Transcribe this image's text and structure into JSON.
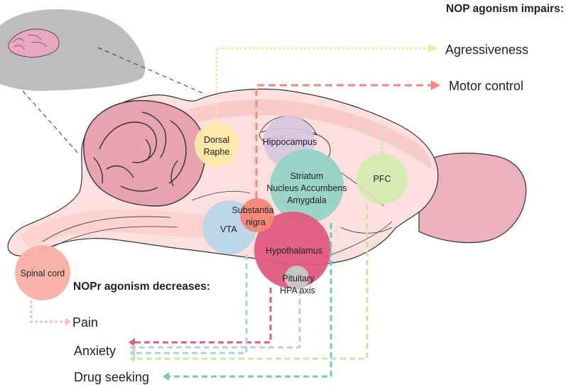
{
  "headings": {
    "impairs": "NOP agonism impairs:",
    "decreases": "NOPr agonism decreases:"
  },
  "regions": {
    "dorsal_raphe": [
      "Dorsal",
      "Raphe"
    ],
    "hippocampus": "Hippocampus",
    "striatum": [
      "Striatum",
      "Nucleus Accumbens",
      "Amygdala"
    ],
    "pfc": "PFC",
    "substantia_nigra": [
      "Substantia",
      "nigra"
    ],
    "vta": "VTA",
    "hypothalamus": "Hypothalamus",
    "pituitary": [
      "Pituitary",
      "HPA axis"
    ],
    "spinal_cord": "Spinal cord"
  },
  "outcomes": {
    "aggressiveness": "Agressiveness",
    "motor_control": "Motor control",
    "pain": "Pain",
    "anxiety": "Anxiety",
    "drug_seeking": "Drug seeking"
  },
  "colors": {
    "dorsal_raphe": "#fde9a6",
    "hippocampus": "#d6c4e0",
    "striatum": "#8fd3c5",
    "pfc": "#d3ebb0",
    "substantia_nigra": "#f48674",
    "vta": "#b5d6ea",
    "hypothalamus": "#e05a80",
    "pituitary": "#c9c9c9",
    "spinal_cord": "#fab0a6",
    "brain": "#fde0de",
    "cerebellum": "#e7a4b0",
    "olfactory": "#ecb1bd",
    "mouse": "#bdbdbd"
  }
}
